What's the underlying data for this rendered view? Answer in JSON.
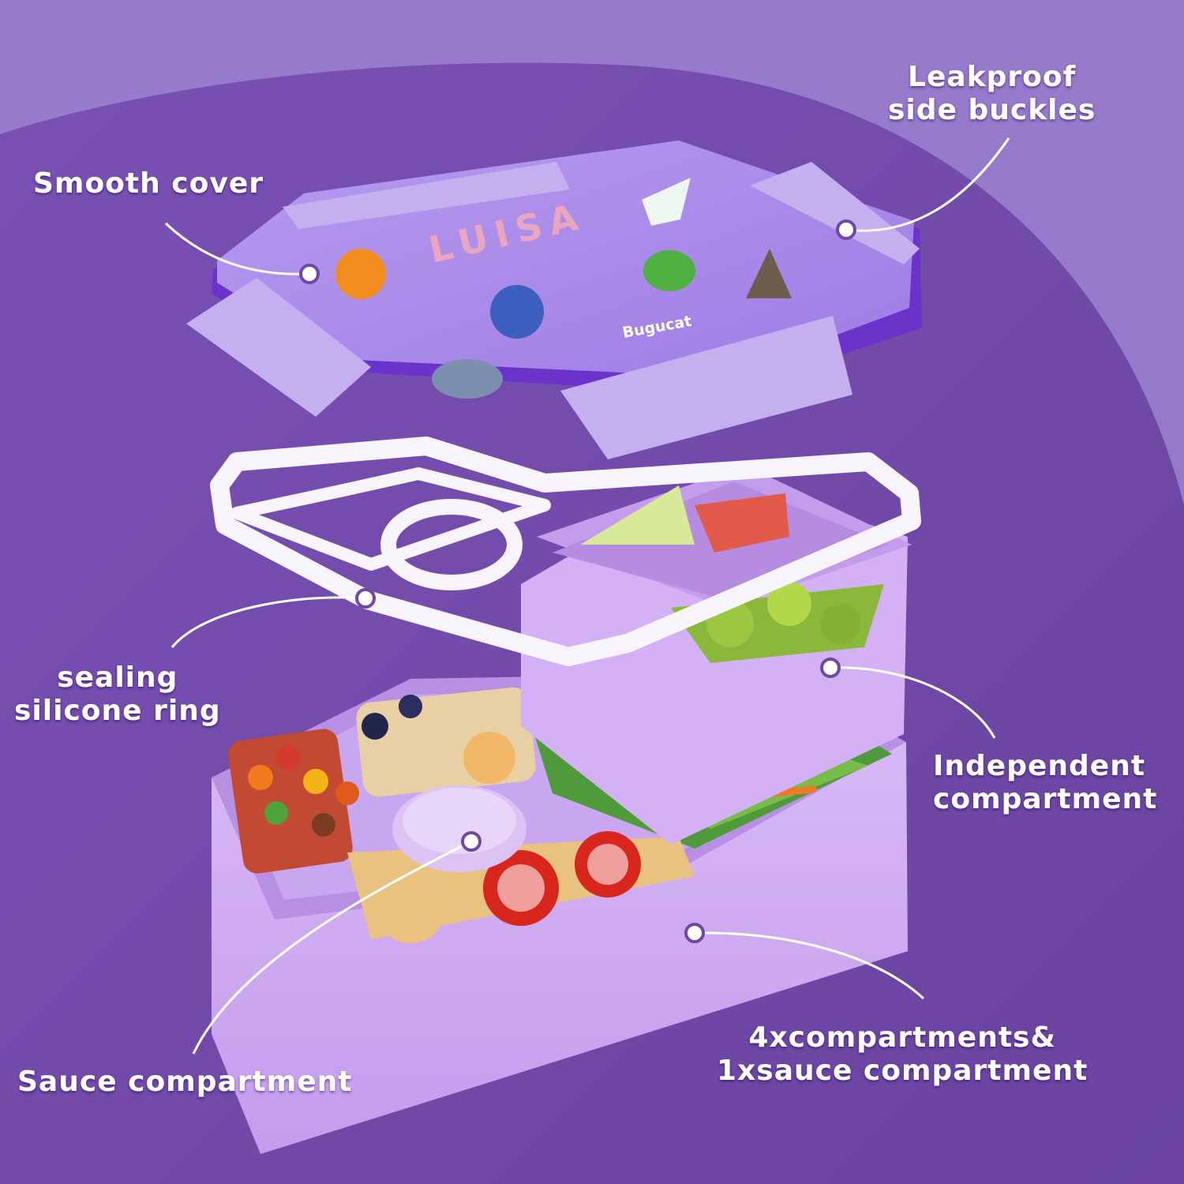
{
  "product": {
    "lid_name": "LUISA",
    "brand": "Bugucat",
    "colors": {
      "background": "#6f48a6",
      "background_light": "#9b80cf",
      "lid": "#a98be8",
      "lid_edge": "#5b2fb3",
      "base": "#cda9f1",
      "ring": "#f7f4fb"
    },
    "stickers": [
      "orange-sticker",
      "duck-sticker",
      "dinosaur-sticker",
      "volcano-sticker",
      "cat-astronaut-sticker",
      "shark-sticker"
    ]
  },
  "callouts": {
    "smooth_cover": "Smooth cover",
    "leakproof": [
      "Leakproof",
      "side buckles"
    ],
    "sealing_ring": [
      "sealing",
      "silicone ring"
    ],
    "independent": [
      "Independent",
      "compartment"
    ],
    "sauce": "Sauce compartment",
    "compartments": [
      "4xcompartments&",
      "1xsauce compartment"
    ]
  }
}
